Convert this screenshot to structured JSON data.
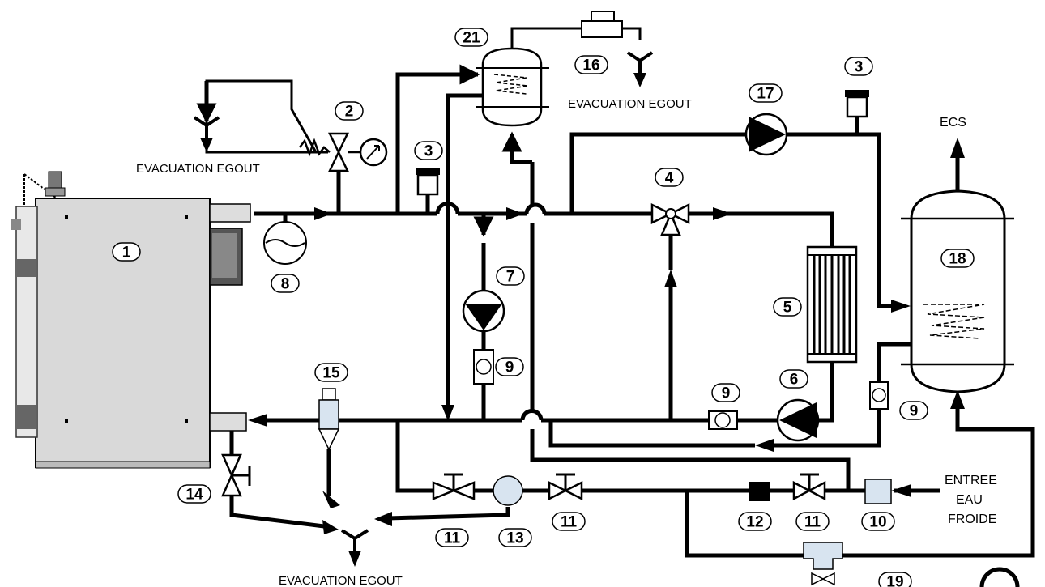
{
  "labels": {
    "evac_left": "EVACUATION EGOUT",
    "evac_top": "EVACUATION EGOUT",
    "evac_bottom": "EVACUATION EGOUT",
    "ecs": "ECS",
    "entree_line1": "ENTREE",
    "entree_line2": "EAU",
    "entree_line3": "FROIDE"
  },
  "components": [
    {
      "num": "1"
    },
    {
      "num": "2"
    },
    {
      "num": "3"
    },
    {
      "num": "3"
    },
    {
      "num": "4"
    },
    {
      "num": "5"
    },
    {
      "num": "6"
    },
    {
      "num": "7"
    },
    {
      "num": "8"
    },
    {
      "num": "9"
    },
    {
      "num": "9"
    },
    {
      "num": "9"
    },
    {
      "num": "10"
    },
    {
      "num": "11"
    },
    {
      "num": "11"
    },
    {
      "num": "11"
    },
    {
      "num": "12"
    },
    {
      "num": "13"
    },
    {
      "num": "14"
    },
    {
      "num": "15"
    },
    {
      "num": "16"
    },
    {
      "num": "17"
    },
    {
      "num": "18"
    },
    {
      "num": "19"
    },
    {
      "num": "21"
    }
  ]
}
